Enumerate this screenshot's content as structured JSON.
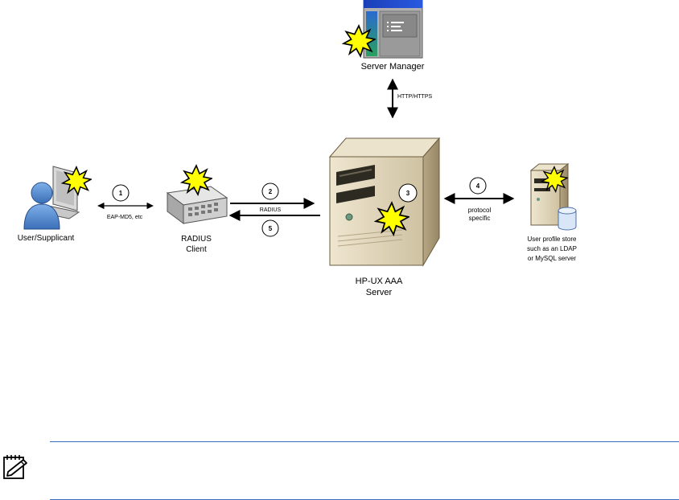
{
  "nodes": {
    "server_manager": "Server Manager",
    "user": "User/Supplicant",
    "radius_client_line1": "RADIUS",
    "radius_client_line2": "Client",
    "aaa_server_line1": "HP-UX AAA",
    "aaa_server_line2": "Server",
    "profile_store_line1": "User profile store",
    "profile_store_line2": "such as an LDAP",
    "profile_store_line3": "or MySQL server"
  },
  "links": {
    "http": "HTTP/HTTPS",
    "eap": "EAP-MD5, etc",
    "radius": "RADIUS",
    "protocol_line1": "protocol",
    "protocol_line2": "specific"
  },
  "steps": [
    "1",
    "2",
    "3",
    "4",
    "5"
  ],
  "colors": {
    "server_body": "#d8ccb0",
    "starburst": "#ffff00",
    "user_figure": "#5a8fd0",
    "rule": "#3a6fc0"
  },
  "icons": [
    "starburst-icon",
    "note-icon",
    "person-icon",
    "switch-icon",
    "server-icon",
    "database-icon",
    "window-icon"
  ]
}
